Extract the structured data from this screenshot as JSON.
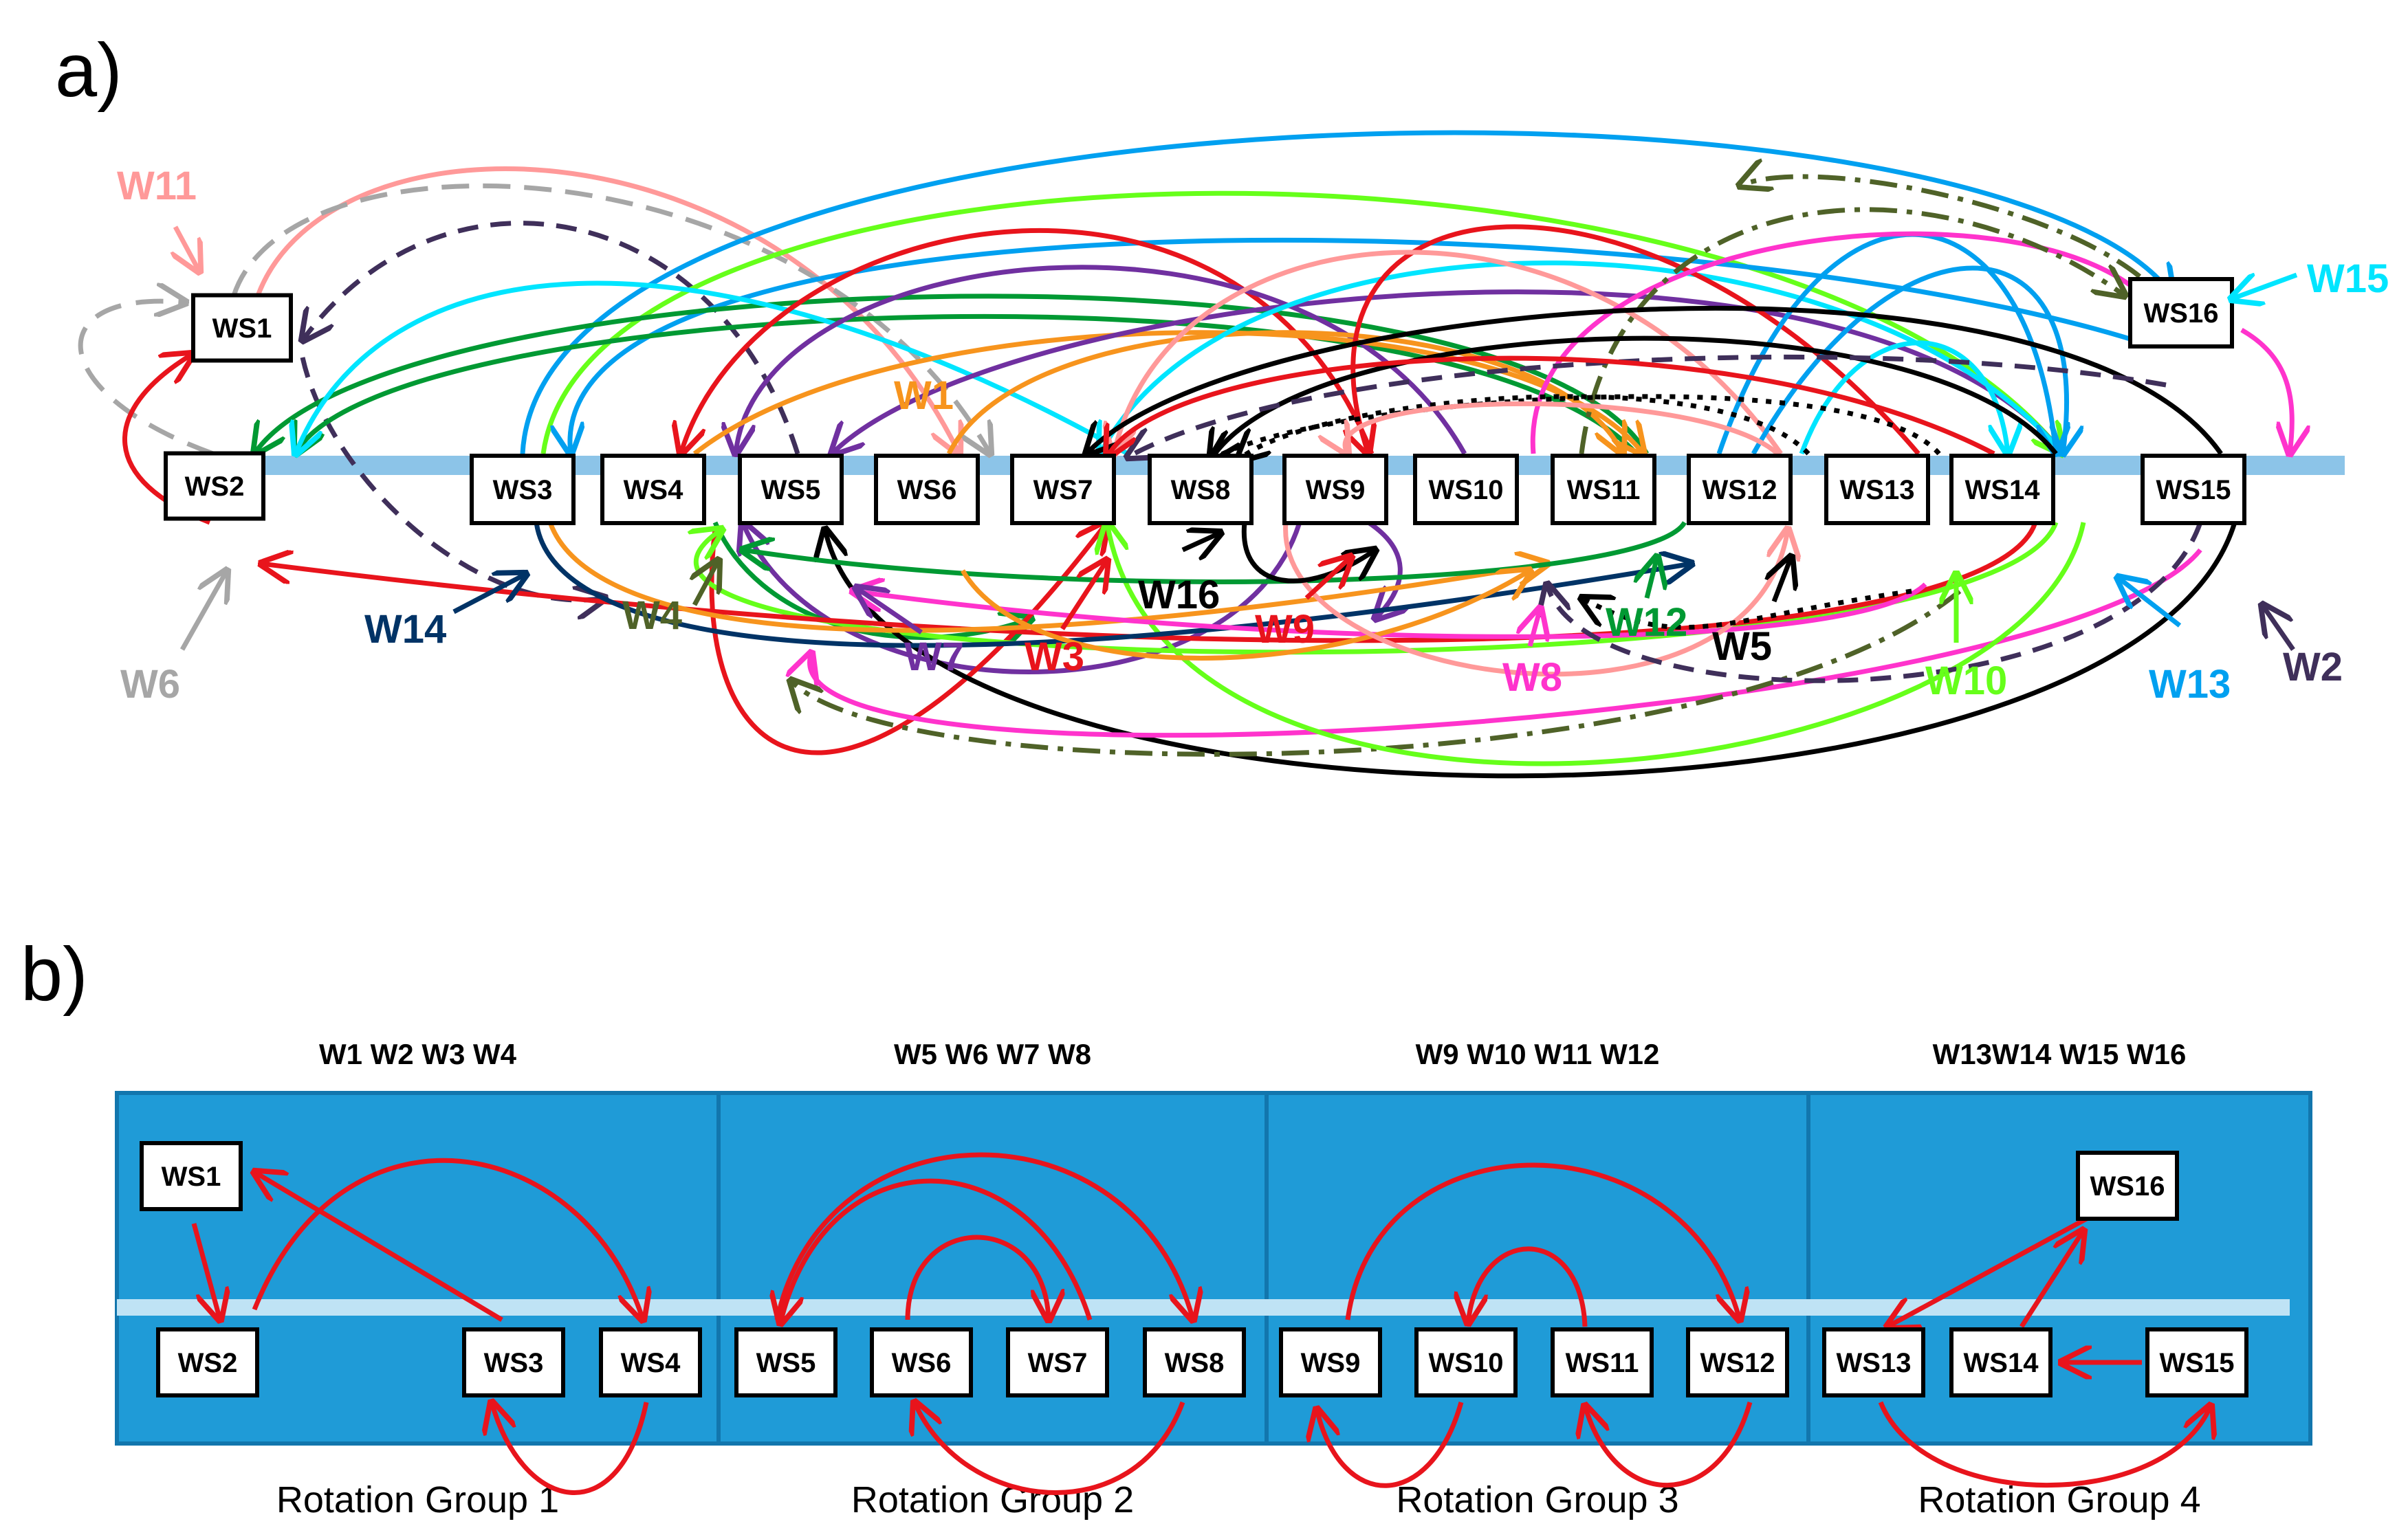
{
  "panel_a": {
    "label": "a)",
    "stations": [
      "WS1",
      "WS2",
      "WS3",
      "WS4",
      "WS5",
      "WS6",
      "WS7",
      "WS8",
      "WS9",
      "WS10",
      "WS11",
      "WS12",
      "WS13",
      "WS14",
      "WS15",
      "WS16"
    ],
    "workers": [
      {
        "name": "W1",
        "color": "#f7941d"
      },
      {
        "name": "W2",
        "color": "#3f2f5a"
      },
      {
        "name": "W3",
        "color": "#e8141c"
      },
      {
        "name": "W4",
        "color": "#4f6228"
      },
      {
        "name": "W5",
        "color": "#000000"
      },
      {
        "name": "W6",
        "color": "#a6a6a6"
      },
      {
        "name": "W7",
        "color": "#7030a0"
      },
      {
        "name": "W8",
        "color": "#ff33cc"
      },
      {
        "name": "W9",
        "color": "#e8141c"
      },
      {
        "name": "W10",
        "color": "#66ff1a"
      },
      {
        "name": "W11",
        "color": "#ff9999"
      },
      {
        "name": "W12",
        "color": "#009933"
      },
      {
        "name": "W13",
        "color": "#00a0f0"
      },
      {
        "name": "W14",
        "color": "#003366"
      },
      {
        "name": "W15",
        "color": "#00e5ff"
      },
      {
        "name": "W16",
        "color": "#000000"
      }
    ]
  },
  "panel_b": {
    "label": "b)",
    "groups": [
      {
        "workers": "W1 W2 W3 W4",
        "name": "Rotation Group 1",
        "stations": [
          "WS1",
          "WS2",
          "WS3",
          "WS4"
        ]
      },
      {
        "workers": "W5 W6 W7 W8",
        "name": "Rotation Group 2",
        "stations": [
          "WS5",
          "WS6",
          "WS7",
          "WS8"
        ]
      },
      {
        "workers": "W9 W10 W11 W12",
        "name": "Rotation Group 3",
        "stations": [
          "WS9",
          "WS10",
          "WS11",
          "WS12"
        ]
      },
      {
        "workers": "W13W14 W15 W16",
        "name": "Rotation Group 4",
        "stations": [
          "WS13",
          "WS14",
          "WS15",
          "WS16"
        ]
      }
    ],
    "colors": {
      "panel": "#1f9bd7",
      "arrow": "#e8141c",
      "line": "#bfe3f5"
    }
  }
}
